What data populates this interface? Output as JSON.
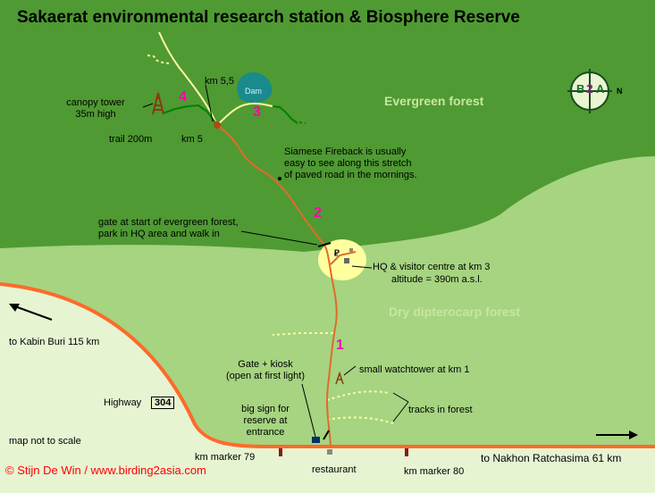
{
  "title": "Sakaerat environmental research station & Biosphere Reserve",
  "areas": {
    "evergreen_forest": "Evergreen forest",
    "dry_forest": "Dry dipterocarp forest"
  },
  "route_numbers": [
    "1",
    "2",
    "3",
    "4"
  ],
  "labels": {
    "canopy_tower": [
      "canopy tower",
      "35m high"
    ],
    "trail_200m": "trail 200m",
    "km_5": "km 5",
    "km_5_5": "km 5,5",
    "dam": "Dam",
    "fireback": [
      "Siamese Fireback is usually",
      "easy to see along this stretch",
      "of paved road in the mornings."
    ],
    "gate_evergreen": [
      "gate at start of evergreen forest,",
      "park in HQ area and walk in"
    ],
    "parking": "P",
    "hq": "HQ & visitor centre at km 3",
    "altitude": "altitude = 390m a.s.l.",
    "kabin_buri": "to Kabin Buri 115 km",
    "gate_kiosk": [
      "Gate + kiosk",
      "(open at first light)"
    ],
    "watchtower": "small watchtower at km 1",
    "highway": "Highway",
    "highway_number": "304",
    "tracks": "tracks in forest",
    "big_sign": [
      "big sign for",
      "reserve at",
      "entrance"
    ],
    "not_to_scale": "map not to scale",
    "km_79": "km marker 79",
    "restaurant": "restaurant",
    "km_80": "km marker 80",
    "nakhon": "to Nakhon Ratchasima 61 km",
    "copyright": "© Stijn De Win / www.birding2asia.com"
  },
  "logo": {
    "letters": [
      "B",
      "2",
      "A"
    ],
    "north": "N"
  },
  "colors": {
    "evergreen": "#4f9a33",
    "dry": "#a6d481",
    "highway": "#ff6a2b",
    "road": "#e06b2a",
    "trail": "#fffaa0",
    "route_number": "#ff00aa",
    "hq_area": "#ffffa0",
    "dam": "#1a8a8c"
  }
}
